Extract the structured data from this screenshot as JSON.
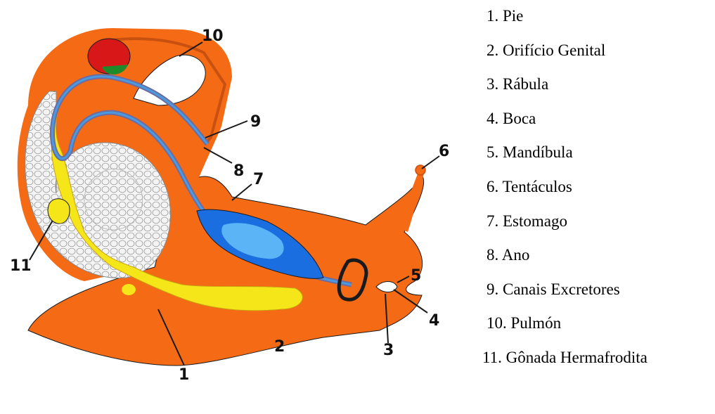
{
  "callouts": [
    "1",
    "2",
    "3",
    "4",
    "5",
    "6",
    "7",
    "8",
    "9",
    "10",
    "11"
  ],
  "legend": [
    "1. Pie",
    "2. Orifício Genital",
    "3. Rábula",
    "4. Boca",
    "5. Mandíbula",
    "6. Tentáculos",
    "7. Estomago",
    "8. Ano",
    "9. Canais Excretores",
    "10. Pulmón",
    "11. Gônada Hermafrodita"
  ],
  "colors": {
    "body": "#f56a14",
    "shell_texture": "#eeeeee",
    "gland": "#f5e61a",
    "stomach": "#1a6ee0",
    "stomach_inner": "#5ab4f5",
    "tube": "#6c6ca0",
    "heart": "#d81818",
    "heart_base": "#1f8a2a",
    "outline": "#1a1a1a"
  }
}
